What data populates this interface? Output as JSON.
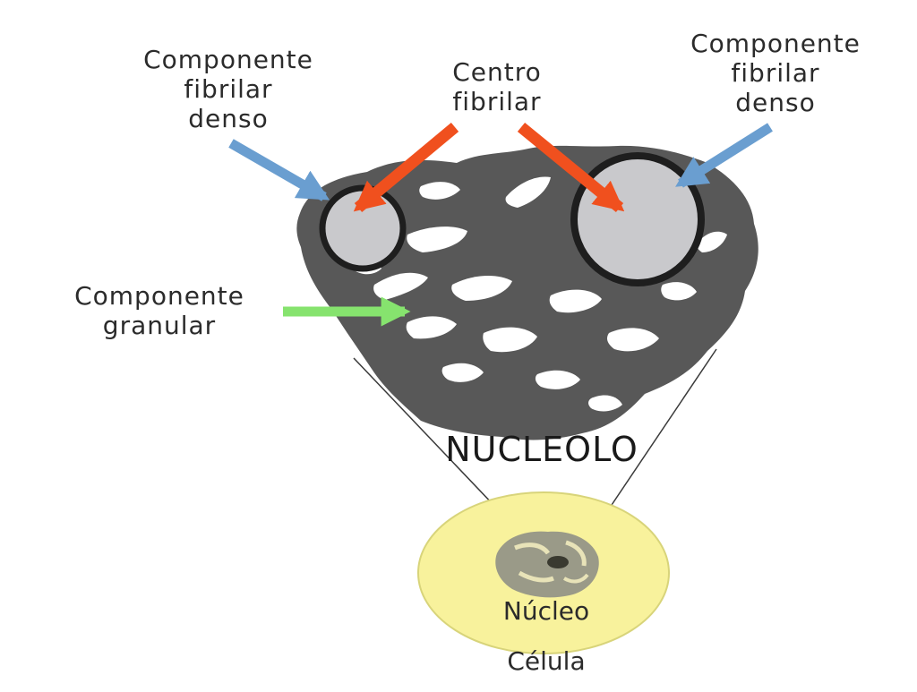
{
  "labels": {
    "fibrillar_dense_left": "Componente\nfibrilar\ndenso",
    "fibrillar_center": "Centro\nfibrilar",
    "fibrillar_dense_right": "Componente\nfibrilar\ndenso",
    "granular": "Componente\ngranular",
    "nucleolus": "NUCLEOLO",
    "nucleus": "Núcleo",
    "cell": "Célula"
  },
  "colors": {
    "nucleolus_body": "#585858",
    "fibrillar_center_fill": "#c9c9cc",
    "ring": "#1e1e1e",
    "arrow_blue": "#6a9ed0",
    "arrow_orange": "#f0501e",
    "arrow_green": "#86e36e",
    "cell_fill": "#f8f29c",
    "cell_stroke": "#d8d47a",
    "nucleus_fill": "#9a9a88",
    "nucleolus_dot": "#3a3a30"
  }
}
